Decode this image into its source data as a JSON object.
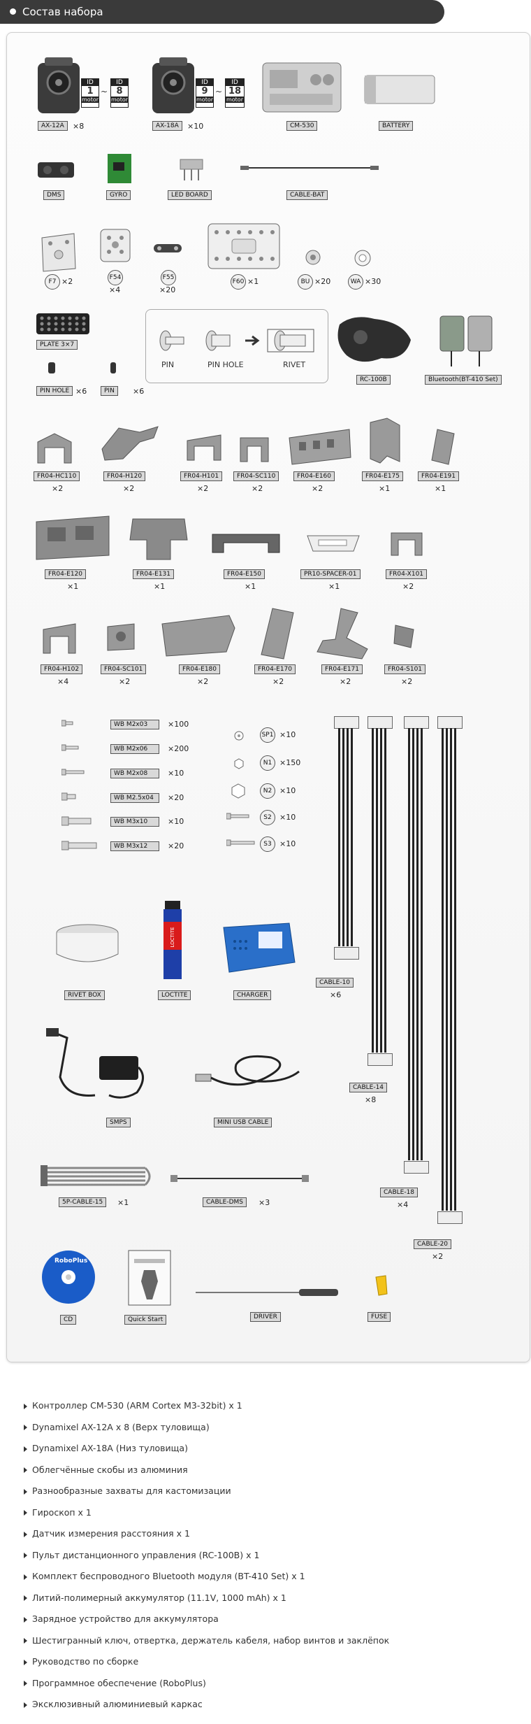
{
  "header": {
    "title": "Состав набора"
  },
  "row1": {
    "ax12a": {
      "label": "AX-12A",
      "qty": "×8",
      "id_start": "1",
      "id_end": "8",
      "tag": "ID",
      "unit": "motor",
      "sep": "~"
    },
    "ax18a": {
      "label": "AX-18A",
      "qty": "×10",
      "id_start": "9",
      "id_end": "18",
      "tag": "ID",
      "unit": "motor",
      "sep": "~"
    },
    "cm530": {
      "label": "CM-530"
    },
    "battery": {
      "label": "BATTERY"
    }
  },
  "row2": {
    "dms": "DMS",
    "gyro": "GYRO",
    "led": "LED BOARD",
    "cable_bat": "CABLE-BAT"
  },
  "row3": {
    "f7": {
      "label": "F7",
      "qty": "×2"
    },
    "f54": {
      "label": "F54",
      "qty": "×4"
    },
    "f55": {
      "label": "F55",
      "qty": "×20"
    },
    "f60": {
      "label": "F60",
      "qty": "×1"
    },
    "bu": {
      "label": "BU",
      "qty": "×20"
    },
    "wa": {
      "label": "WA",
      "qty": "×30"
    }
  },
  "row4": {
    "plate": {
      "label": "PLATE 3×7"
    },
    "pin_hole": {
      "label": "PIN HOLE",
      "qty": "×6"
    },
    "pin": {
      "label": "PIN",
      "qty": "×6"
    },
    "diagram": {
      "pin": "PIN",
      "pin_hole": "PIN HOLE",
      "rivet": "RIVET"
    },
    "rc100b": {
      "label": "RC-100B"
    },
    "bt": {
      "label": "Bluetooth(BT-410 Set)"
    }
  },
  "row5": [
    {
      "label": "FR04-HC110",
      "qty": "×2"
    },
    {
      "label": "FR04-H120",
      "qty": "×2"
    },
    {
      "label": "FR04-H101",
      "qty": "×2"
    },
    {
      "label": "FR04-SC110",
      "qty": "×2"
    },
    {
      "label": "FR04-E160",
      "qty": "×2"
    },
    {
      "label": "FR04-E175",
      "qty": "×1"
    },
    {
      "label": "FR04-E191",
      "qty": "×1"
    }
  ],
  "row6": [
    {
      "label": "FR04-E120",
      "qty": "×1"
    },
    {
      "label": "FR04-E131",
      "qty": "×1"
    },
    {
      "label": "FR04-E150",
      "qty": "×1"
    },
    {
      "label": "PR10-SPACER-01",
      "qty": "×1"
    },
    {
      "label": "FR04-X101",
      "qty": "×2"
    }
  ],
  "row7": [
    {
      "label": "FR04-H102",
      "qty": "×4"
    },
    {
      "label": "FR04-SC101",
      "qty": "×2"
    },
    {
      "label": "FR04-E180",
      "qty": "×2"
    },
    {
      "label": "FR04-E170",
      "qty": "×2"
    },
    {
      "label": "FR04-E171",
      "qty": "×2"
    },
    {
      "label": "FR04-S101",
      "qty": "×2"
    }
  ],
  "screws": [
    {
      "label": "WB M2x03",
      "qty": "×100"
    },
    {
      "label": "WB M2x06",
      "qty": "×200"
    },
    {
      "label": "WB M2x08",
      "qty": "×10"
    },
    {
      "label": "WB M2.5x04",
      "qty": "×20"
    },
    {
      "label": "WB M3x10",
      "qty": "×10"
    },
    {
      "label": "WB M3x12",
      "qty": "×20"
    }
  ],
  "nuts": [
    {
      "label": "SP1",
      "qty": "×10"
    },
    {
      "label": "N1",
      "qty": "×150"
    },
    {
      "label": "N2",
      "qty": "×10"
    },
    {
      "label": "S2",
      "qty": "×10"
    },
    {
      "label": "S3",
      "qty": "×10"
    }
  ],
  "cables": [
    {
      "label": "CABLE-10",
      "qty": "×6"
    },
    {
      "label": "CABLE-14",
      "qty": "×8"
    },
    {
      "label": "CABLE-18",
      "qty": "×4"
    },
    {
      "label": "CABLE-20",
      "qty": "×2"
    }
  ],
  "misc": {
    "rivet_box": "RIVET BOX",
    "loctite": "LOCTITE",
    "charger": "CHARGER",
    "smps": "SMPS",
    "mini_usb": "MINI USB CABLE",
    "cable5p": {
      "label": "5P-CABLE-15",
      "qty": "×1"
    },
    "cable_dms": {
      "label": "CABLE-DMS",
      "qty": "×3"
    },
    "cd": "CD",
    "quick_start": "Quick Start",
    "driver": "DRIVER",
    "fuse": "FUSE",
    "roboplus": "RoboPlus",
    "loctite_brand": "LOCTITE"
  },
  "specs": [
    "Контроллер CM-530 (ARM Cortex M3-32bit) x 1",
    "Dynamixel AX-12A x 8 (Верх туловища)",
    "Dynamixel AX-18A (Низ туловища)",
    "Облегчённые скобы из алюминия",
    "Разнообразные захваты для кастомизации",
    "Гироскоп x 1",
    "Датчик измерения расстояния x 1",
    "Пульт дистанционного управления (RC-100B) x 1",
    "Комплект беспроводного Bluetooth модуля (BT-410 Set) x 1",
    "Литий-полимерный аккумулятор (11.1V, 1000 mAh) x 1",
    "Зарядное устройство для аккумулятора",
    "Шестигранный ключ, отвертка, держатель кабеля, набор винтов и заклёпок",
    "Руководство по сборке",
    "Программное обеспечение (RoboPlus)",
    "Эксклюзивный алюминиевый каркас"
  ],
  "colors": {
    "header_bg": "#3a3a3a",
    "label_bg": "#d9d9d9",
    "charger_blue": "#2a6fc9",
    "cd_blue": "#1a5cc8",
    "fuse_yellow": "#f2c21b"
  }
}
